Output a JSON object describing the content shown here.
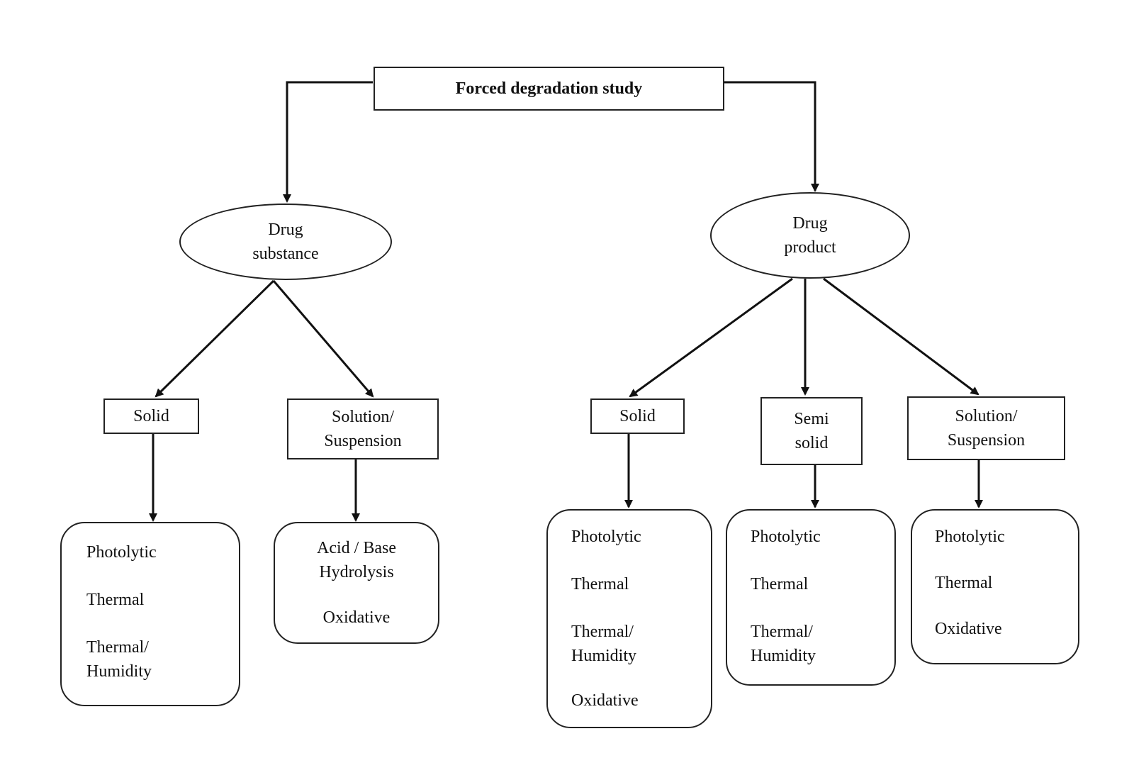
{
  "diagram": {
    "root": {
      "label": "Forced degradation study"
    },
    "drug_substance": {
      "label": "Drug\nsubstance",
      "solid": {
        "label": "Solid",
        "tests": [
          "Photolytic",
          "Thermal",
          "Thermal/\nHumidity"
        ]
      },
      "solution": {
        "label": "Solution/\nSuspension",
        "tests": [
          "Acid / Base\nHydrolysis",
          "Oxidative"
        ]
      }
    },
    "drug_product": {
      "label": "Drug\nproduct",
      "solid": {
        "label": "Solid",
        "tests": [
          "Photolytic",
          "Thermal",
          "Thermal/\nHumidity",
          "Oxidative"
        ]
      },
      "semi_solid": {
        "label": "Semi\nsolid",
        "tests": [
          "Photolytic",
          "Thermal",
          "Thermal/\nHumidity"
        ]
      },
      "solution": {
        "label": "Solution/\nSuspension",
        "tests": [
          "Photolytic",
          "Thermal",
          "Oxidative"
        ]
      }
    }
  }
}
